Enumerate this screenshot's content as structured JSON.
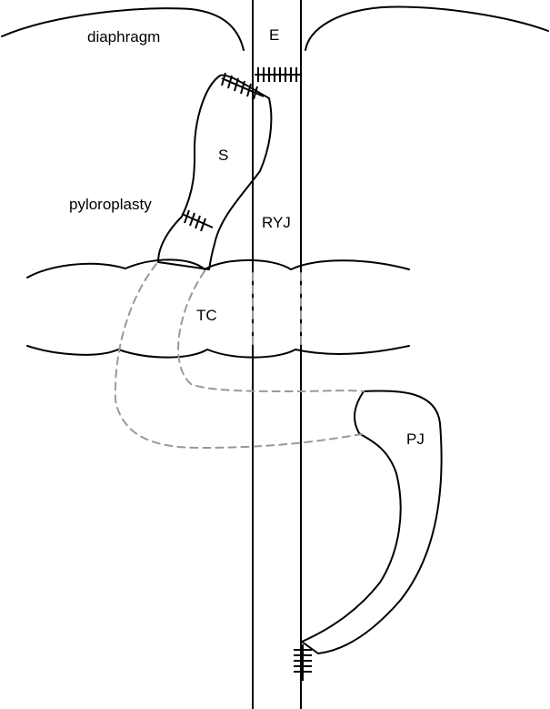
{
  "labels": {
    "diaphragm": "diaphragm",
    "esophagus": "E",
    "stomach": "S",
    "pyloroplasty": "pyloroplasty",
    "roux_y_jejunum": "RYJ",
    "transverse_colon": "TC",
    "proximal_jejunum": "PJ"
  },
  "colors": {
    "line": "#000000",
    "hidden_path": "#999999"
  }
}
